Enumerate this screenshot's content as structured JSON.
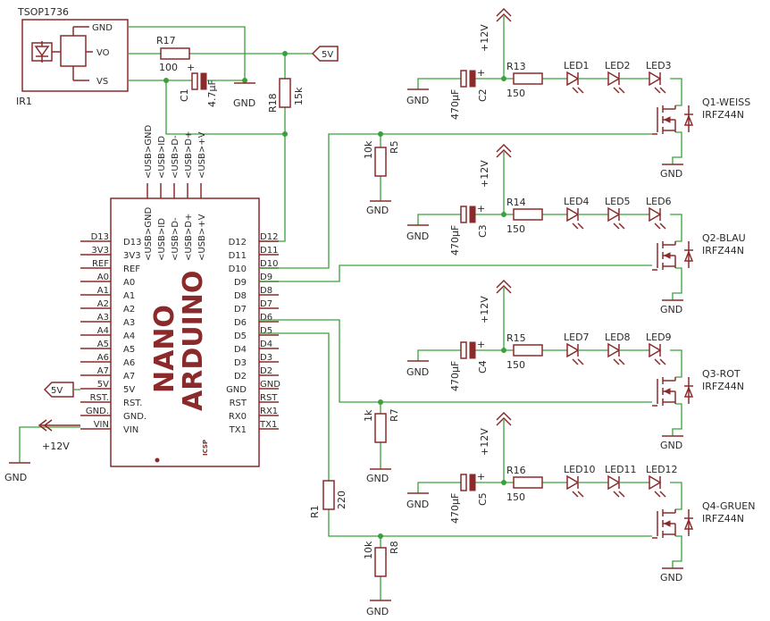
{
  "ir": {
    "name": "TSOP1736",
    "ref": "IR1",
    "gnd": "GND",
    "vo": "VO",
    "vs": "VS"
  },
  "r17": {
    "name": "R17",
    "value": "100"
  },
  "c1": {
    "name": "C1",
    "value": "4.7µF",
    "gnd": "GND",
    "plus": "+"
  },
  "r18": {
    "name": "R18",
    "value": "15k"
  },
  "supply5v": "5V",
  "arduino": {
    "title1": "NANO",
    "title2": "ARDUINO",
    "icsp": "ICSP",
    "usb_pins": [
      "<USB>GND",
      "<USB>ID",
      "<USB>D-",
      "<USB>D+",
      "<USB>+V"
    ],
    "left_pins": [
      "D13",
      "3V3",
      "REF",
      "A0",
      "A1",
      "A2",
      "A3",
      "A4",
      "A5",
      "A6",
      "A7",
      "5V",
      "RST.",
      "GND.",
      "VIN"
    ],
    "left_labels": [
      "D13",
      "3V3",
      "REF",
      "A0",
      "A1",
      "A2",
      "A3",
      "A4",
      "A5",
      "A6",
      "A7",
      "5V",
      "RST.",
      "GND.",
      "VIN"
    ],
    "right_pins": [
      "D12",
      "D11",
      "D10",
      "D9",
      "D8",
      "D7",
      "D6",
      "D5",
      "D4",
      "D3",
      "D2",
      "GND",
      "RST",
      "RX1",
      "TX1"
    ],
    "right_labels": [
      "D12",
      "D11",
      "D10",
      "D9",
      "D8",
      "D7",
      "D6",
      "D5",
      "D4",
      "D3",
      "D2",
      "GND",
      "RST",
      "RX0",
      "TX1"
    ]
  },
  "left_supply": {
    "v5": "5V",
    "v12": "+12V",
    "gnd": "GND"
  },
  "r1": {
    "name": "R1",
    "value": "220"
  },
  "pulldowns": [
    {
      "name": "R5",
      "value": "10k",
      "gnd": "GND"
    },
    {
      "name": "R7",
      "value": "1k",
      "gnd": "GND"
    },
    {
      "name": "R8",
      "value": "10k",
      "gnd": "GND"
    }
  ],
  "channels": [
    {
      "cap": "C2",
      "cap_value": "470µF",
      "res": "R13",
      "res_value": "150",
      "leds": [
        "LED1",
        "LED2",
        "LED3"
      ],
      "fet": "Q1-WEISS",
      "fet_type": "IRFZ44N",
      "v12": "+12V",
      "gnd": "GND",
      "plus": "+"
    },
    {
      "cap": "C3",
      "cap_value": "470µF",
      "res": "R14",
      "res_value": "150",
      "leds": [
        "LED4",
        "LED5",
        "LED6"
      ],
      "fet": "Q2-BLAU",
      "fet_type": "IRFZ44N",
      "v12": "+12V",
      "gnd": "GND",
      "plus": "+"
    },
    {
      "cap": "C4",
      "cap_value": "470µF",
      "res": "R15",
      "res_value": "150",
      "leds": [
        "LED7",
        "LED8",
        "LED9"
      ],
      "fet": "Q3-ROT",
      "fet_type": "IRFZ44N",
      "v12": "+12V",
      "gnd": "GND",
      "plus": "+"
    },
    {
      "cap": "C5",
      "cap_value": "470µF",
      "res": "R16",
      "res_value": "150",
      "leds": [
        "LED10",
        "LED11",
        "LED12"
      ],
      "fet": "Q4-GRUEN",
      "fet_type": "IRFZ44N",
      "v12": "+12V",
      "gnd": "GND",
      "plus": "+"
    }
  ],
  "colors": {
    "wire": "#3aa03a",
    "part": "#8b2a2a",
    "text": "#2a2a2a"
  }
}
